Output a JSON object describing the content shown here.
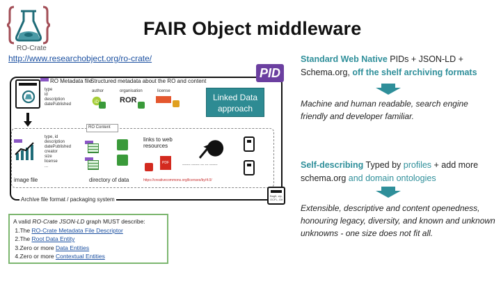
{
  "logo": {
    "caption": "RO-Crate"
  },
  "link": {
    "text": "http://www.researchobject.org/ro-crate/"
  },
  "title": "FAIR Object middleware",
  "diagram": {
    "ro_metadata": "RO Metadata file",
    "structured": "Structured metadata about the RO and content",
    "meta_fields": "type\nid\ndescription\ndatePublished",
    "author": "author",
    "organisation": "organisation",
    "license": "license",
    "linked_data": "Linked Data approach",
    "ro_content": "RO Content",
    "links_web": "links to web resources",
    "image_fields": "type, id\ndescription\ndatePublished\ncreator\nsize\nlicense\n...",
    "image_file": "image file",
    "directory": "directory of data",
    "url_caption": "https://creativecommons.org/licenses/by/4.0/",
    "pid_badge": "PID",
    "archive": "Archive file format / packaging system",
    "bagit": "BagIt, zip, OCFL, Git"
  },
  "valid": {
    "intro_a": "A valid ",
    "intro_em": "RO-Crate JSON-LD",
    "intro_b": " graph MUST describe:",
    "items": [
      {
        "num": "1.The ",
        "link": "RO-Crate Metadata File Descriptor"
      },
      {
        "num": "2.The ",
        "link": "Root Data Entity"
      },
      {
        "num": "3.Zero or more ",
        "link": "Data Entities"
      },
      {
        "num": "4.Zero or more ",
        "link": "Contextual Entities"
      }
    ]
  },
  "right": {
    "p1_a": "Standard Web Native",
    "p1_b": " PIDs + JSON-LD + Schema.org, ",
    "p1_c": "off the shelf archiving formats",
    "p2": "Machine and human readable, search engine friendly and developer familiar.",
    "p3_a": "Self-describing",
    "p3_b": " Typed by ",
    "p3_c": "profiles",
    "p3_d": " + add more schema.org ",
    "p3_e": "and domain ontologies",
    "p4": "Extensible, descriptive and content openedness, honouring legacy, diversity, and known and unknown unknowns - one size does not fit all."
  },
  "colors": {
    "teal": "#2f8f9a",
    "linked_data_box": "#2e8b93",
    "pid_purple": "#6b3fa0",
    "valid_border": "#7cb66f"
  }
}
